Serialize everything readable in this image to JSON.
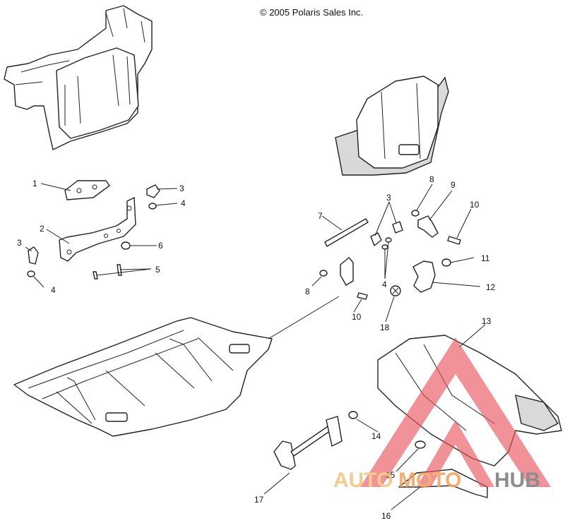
{
  "header": {
    "copyright": "© 2005 Polaris Sales Inc."
  },
  "callouts": {
    "c1": "1",
    "c2": "2",
    "c3a": "3",
    "c3b": "3",
    "c3c": "3",
    "c4a": "4",
    "c4b": "4",
    "c4c": "4",
    "c5": "5",
    "c6": "6",
    "c7": "7",
    "c8a": "8",
    "c8b": "8",
    "c9": "9",
    "c10a": "10",
    "c10b": "10",
    "c11": "11",
    "c12": "12",
    "c13": "13",
    "c14": "14",
    "c15": "15",
    "c16": "16",
    "c17": "17",
    "c18": "18"
  },
  "watermark": {
    "word_auto": "AUTO",
    "word_moto": "MOTO",
    "word_hub": "HUB",
    "colors": {
      "triangle": "#e8545c",
      "auto": "#f2c27a",
      "moto": "#f4a05a",
      "hub": "#7a7a7a"
    }
  }
}
